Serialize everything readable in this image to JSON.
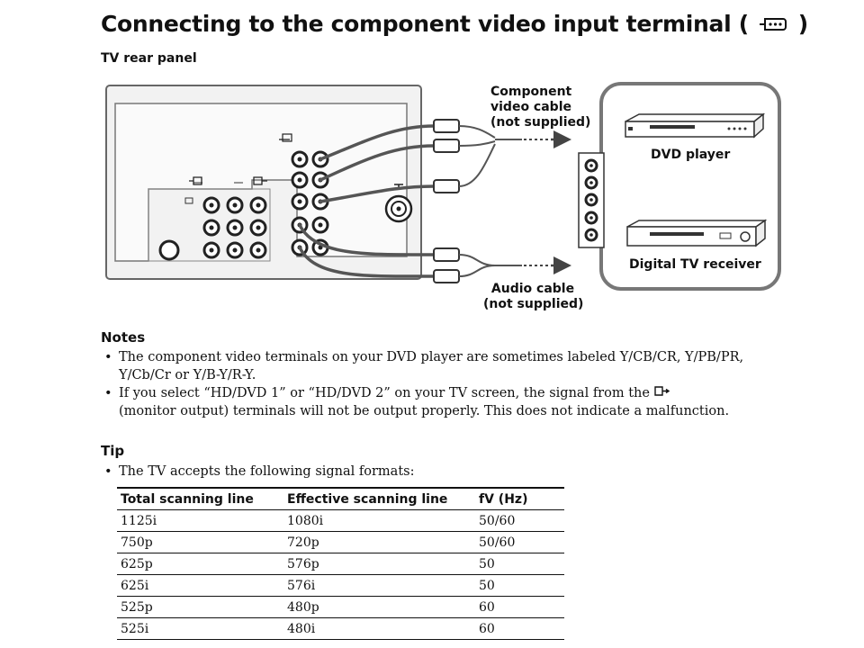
{
  "page": {
    "title_text": "Connecting to the component video input terminal (",
    "title_close": ")",
    "panel_label": "TV rear panel"
  },
  "diagram": {
    "component_cable_label": [
      "Component",
      "video cable",
      "(not supplied)"
    ],
    "audio_cable_label": [
      "Audio cable",
      "(not supplied)"
    ],
    "dvd_player_label": "DVD player",
    "digital_tv_receiver_label": "Digital TV receiver",
    "icons": [
      "component-input-icon",
      "video-input-icon",
      "monitor-output-icon"
    ]
  },
  "notes": {
    "heading": "Notes",
    "items": [
      "The component video terminals on your DVD player are sometimes labeled Y/CB/CR, Y/PB/PR, Y/Cb/Cr or Y/B-Y/R-Y.",
      "If you select “HD/DVD 1” or “HD/DVD 2” on your TV screen, the signal from the",
      "(monitor output) terminals will not be output properly. This does not indicate a malfunction."
    ]
  },
  "tip": {
    "heading": "Tip",
    "items": [
      "The TV accepts the following signal formats:"
    ]
  },
  "table": {
    "headers": [
      "Total scanning line",
      "Effective scanning line",
      "fV (Hz)"
    ],
    "rows": [
      [
        "1125i",
        "1080i",
        "50/60"
      ],
      [
        "750p",
        "720p",
        "50/60"
      ],
      [
        "625p",
        "576p",
        "50"
      ],
      [
        "625i",
        "576i",
        "50"
      ],
      [
        "525p",
        "480p",
        "60"
      ],
      [
        "525i",
        "480i",
        "60"
      ]
    ]
  }
}
